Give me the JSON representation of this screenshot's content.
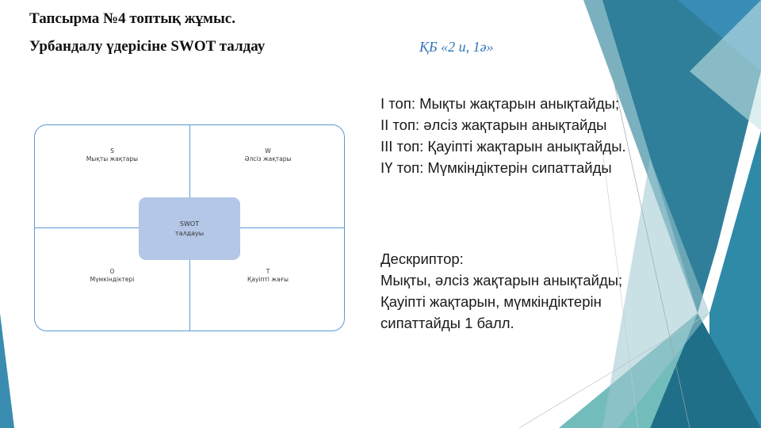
{
  "slide": {
    "title_line1": "Тапсырма №4 топтық жұмыс.",
    "title_line2": "Урбандалу үдерісіне SWOT талдау",
    "kb": "ҚБ «2 и, 1ә»"
  },
  "swot": {
    "s_letter": "S",
    "s_label": "Мықты жақтары",
    "w_letter": "W",
    "w_label": "Әлсіз жақтары",
    "o_letter": "O",
    "o_label": "Мүмкіндіктері",
    "t_letter": "T",
    "t_label": "Қауіпті жағы",
    "center_line1": "SWOT",
    "center_line2": "талдауы"
  },
  "groups": [
    "І топ: Мықты  жақтарын анықтайды;",
    "ІІ топ: әлсіз жақтарын анықтайды",
    "ІІІ топ: Қауіпті жақтарын анықтайды.",
    "ІҮ топ: Мүмкіндіктерін сипаттайды"
  ],
  "descriptor": {
    "heading": "Дескриптор:",
    "line1": "Мықты, әлсіз жақтарын анықтайды;",
    "line2": "Қауіпті жақтарын, мүмкіндіктерін",
    "line3": "сипаттайды 1 балл."
  },
  "colors": {
    "accent_blue": "#2e75b6",
    "teal": "#3b8fa3",
    "green": "#6fa8a0",
    "center_fill": "#b4c7e7"
  }
}
